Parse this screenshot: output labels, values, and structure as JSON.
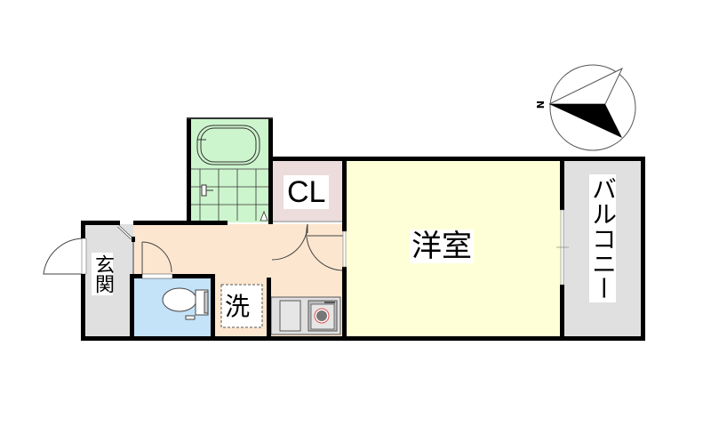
{
  "floor_plan": {
    "rooms": [
      {
        "id": "genkan",
        "label": "玄関",
        "meaning": "entrance",
        "color": "#e0e0e0"
      },
      {
        "id": "toilet",
        "label": "",
        "meaning": "toilet",
        "color": "#c4e2f8"
      },
      {
        "id": "bath",
        "label": "",
        "meaning": "unit bath",
        "color": "#cdf5cd"
      },
      {
        "id": "closet",
        "label": "CL",
        "meaning": "closet",
        "color": "#ecdcdc"
      },
      {
        "id": "senmen",
        "label": "洗",
        "meaning": "washbasin",
        "color": "#fde6cf"
      },
      {
        "id": "hallway",
        "label": "",
        "meaning": "kitchen/hallway",
        "color": "#fde6cf"
      },
      {
        "id": "yoshitsu",
        "label": "洋室",
        "meaning": "western-style room",
        "color": "#ffffd7"
      },
      {
        "id": "balcony",
        "label": "バルコニー",
        "meaning": "balcony",
        "color": "#e0e0e0"
      }
    ],
    "compass": {
      "label": "N",
      "direction": "left"
    },
    "colors": {
      "wall": "#000000",
      "fixture": "#dcdcdc",
      "washer_ring": "#e05050"
    }
  }
}
